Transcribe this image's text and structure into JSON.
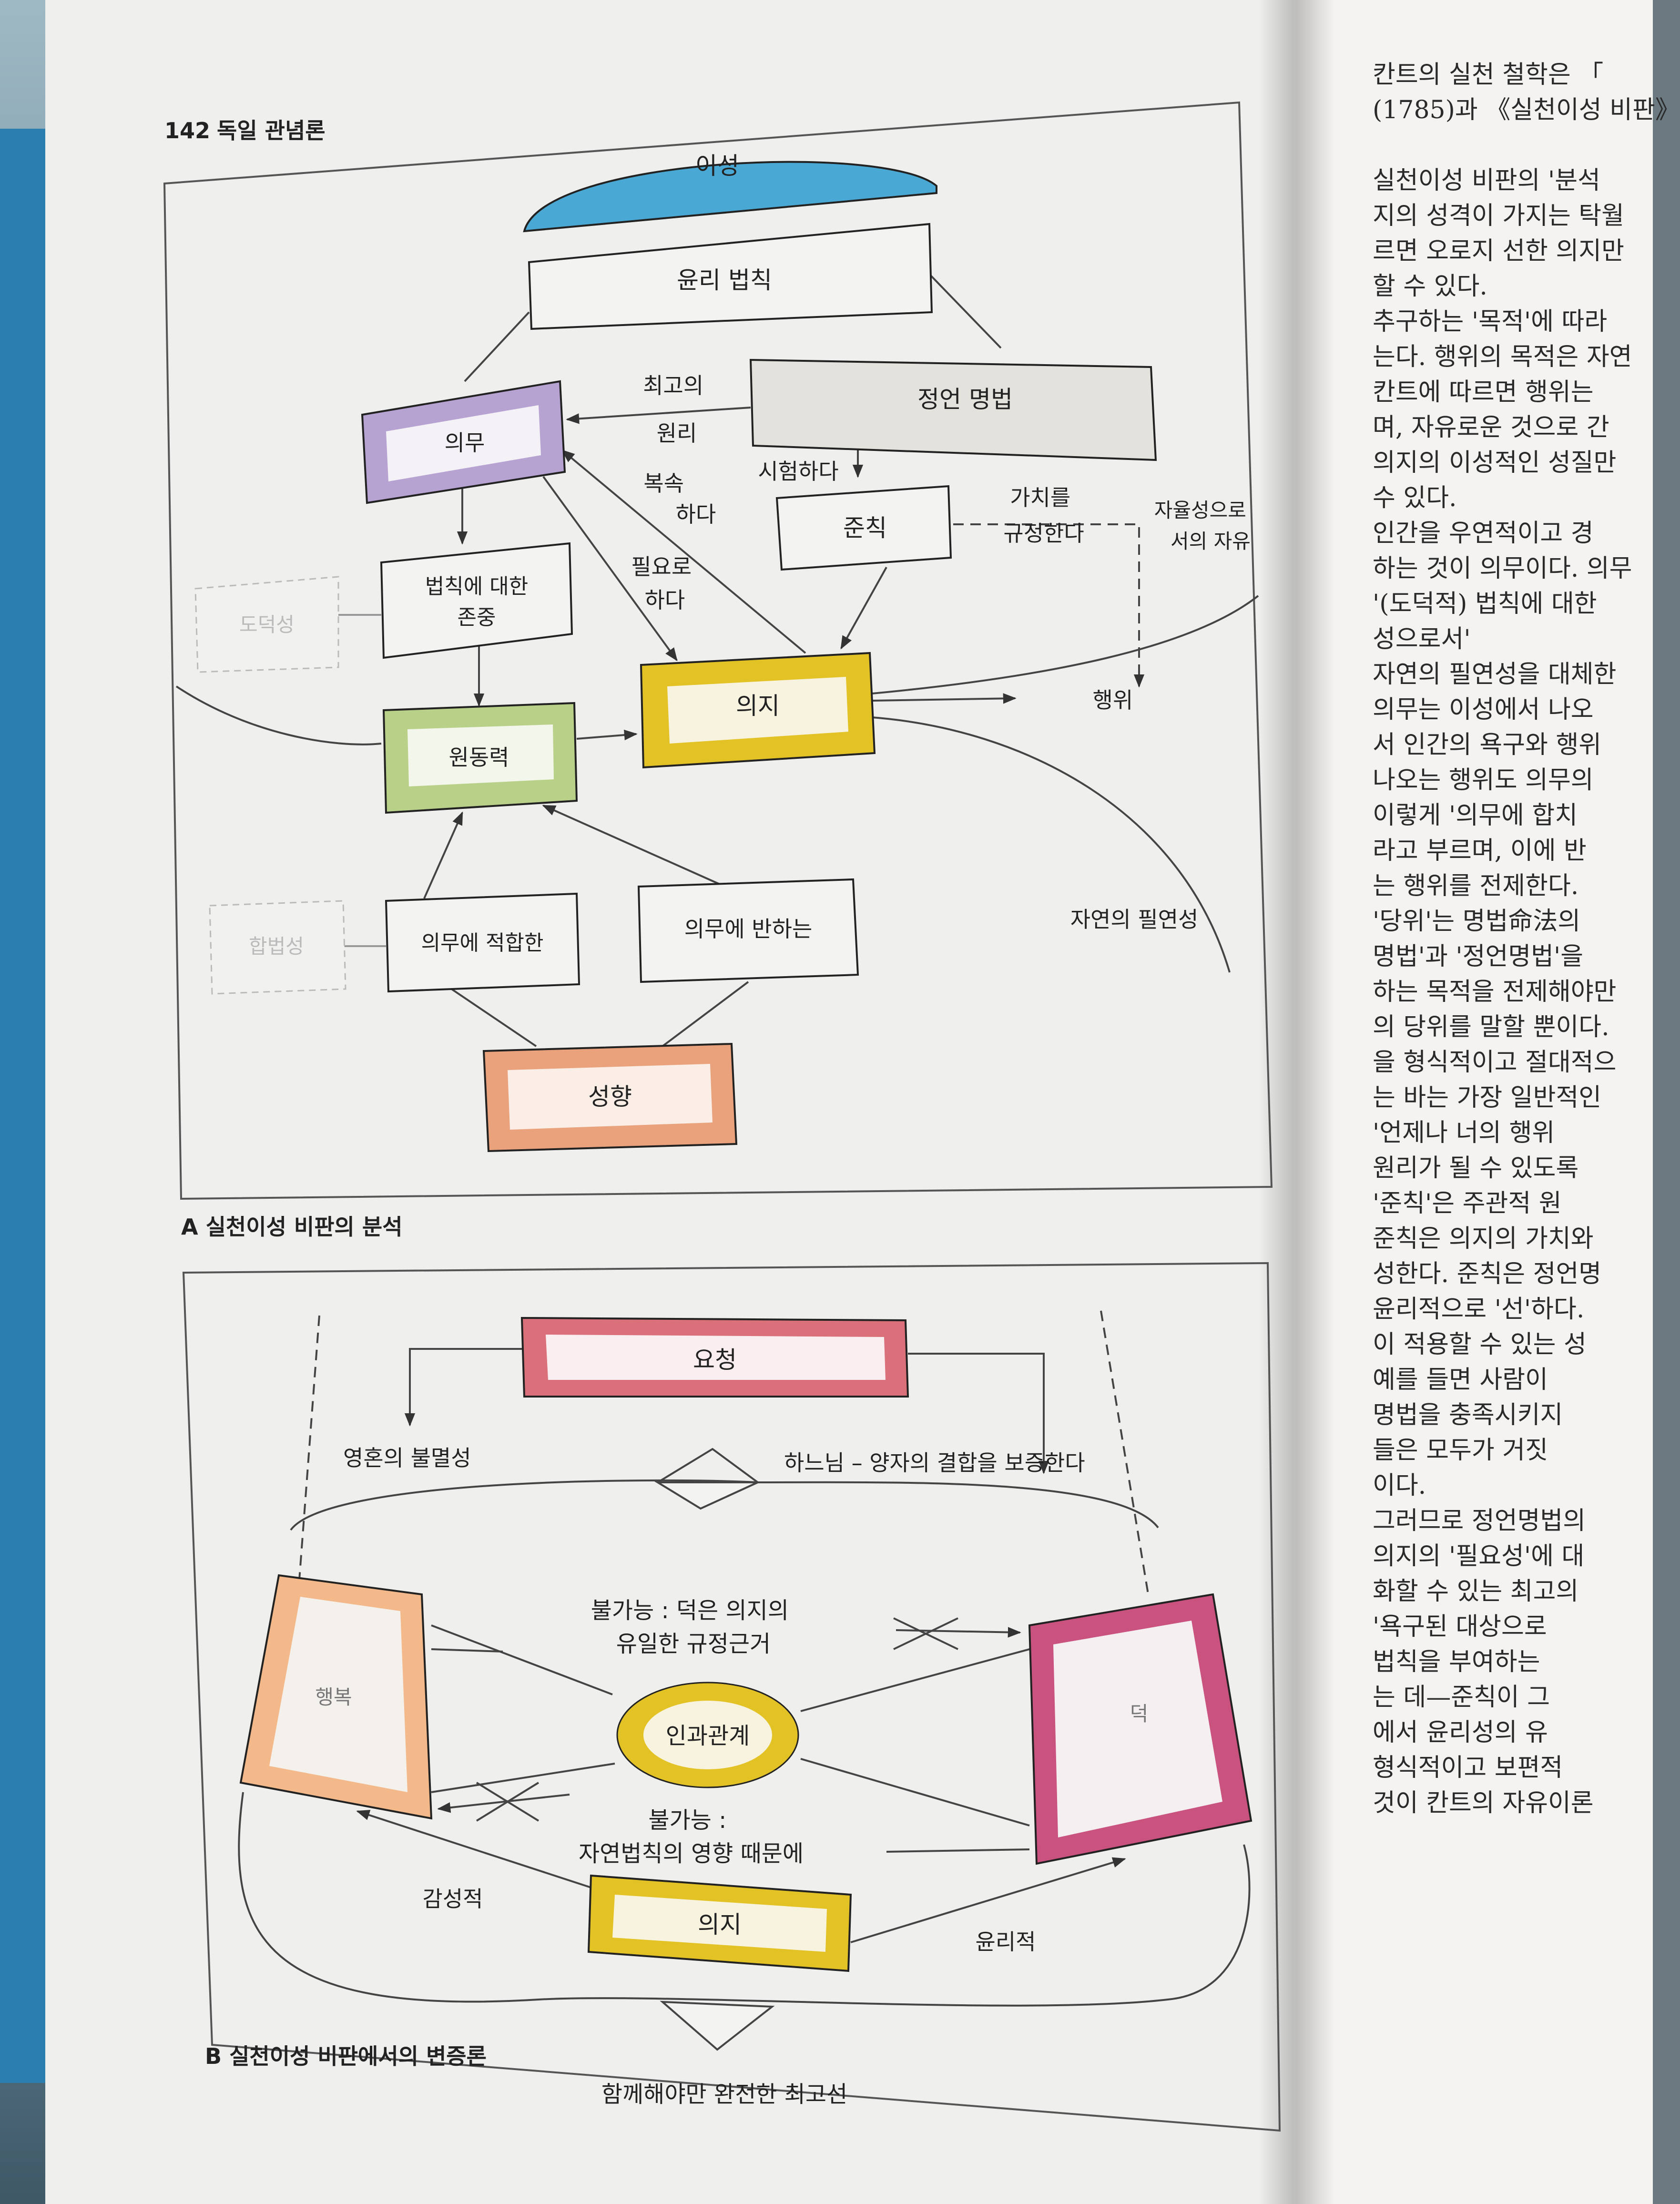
{
  "header": {
    "page_number": "142",
    "running_title": "독일 관념론"
  },
  "diagram_a": {
    "caption": "A 실천이성 비판의 분석",
    "nodes": {
      "reason": "이성",
      "moral_law": "윤리 법칙",
      "duty": "의무",
      "categorical_imperative": "정언 명법",
      "maxim": "준칙",
      "respect_for_law": "법칙에 대한\n존중",
      "morality": "도덕성",
      "will": "의지",
      "motive": "원동력",
      "legality": "합법성",
      "conforming_to_duty": "의무에 적합한",
      "contrary_to_duty": "의무에 반하는",
      "inclination": "성향",
      "action": "행위"
    },
    "labels": {
      "supreme_principle": "최고의\n원리",
      "tests": "시험하다",
      "submits": "복속\n하다",
      "necessitates": "필요로\n하다",
      "determines_value": "가치를\n규정한다",
      "freedom_as_autonomy": "자율성으로\n서의 자유",
      "natural_necessity": "자연의 필연성"
    }
  },
  "diagram_b": {
    "caption": "B 실천이성 비판에서의 변증론",
    "nodes": {
      "postulate": "요청",
      "immortality": "영혼의 불멸성",
      "god": "하느님 – 양자의 결합을 보증한다",
      "happiness": "행복",
      "virtue": "덕",
      "causality": "인과관계",
      "will": "의지"
    },
    "labels": {
      "impossible_1": "불가능 : 덕은 의지의\n유일한 규정근거",
      "impossible_2": "불가능 :\n자연법칙의 영향 때문에",
      "sensible": "감성적",
      "ethical": "윤리적",
      "highest_good": "함께해야만 완전한 최고선"
    }
  },
  "right_page_lines": [
    "칸트의 실천 철학은 「",
    "(1785)과 《실천이성 비판》",
    "",
    "실천이성 비판의 '분석",
    "지의 성격이 가지는 탁월",
    "르면 오로지 선한 의지만",
    "할 수 있다.",
    "추구하는 '목적'에 따라",
    "는다. 행위의 목적은 자연",
    "칸트에 따르면 행위는 ",
    "며, 자유로운 것으로 간",
    "의지의 이성적인 성질만",
    "수 있다.",
    "인간을 우연적이고 경",
    "하는 것이 의무이다. 의무",
    "'(도덕적) 법칙에 대한",
    "성으로서'",
    "자연의 필연성을 대체한",
    "의무는 이성에서 나오",
    "서 인간의 욕구와 행위",
    "나오는 행위도 의무의 ",
    "이렇게 '의무에 합치",
    "라고 부르며, 이에 반",
    "는 행위를 전제한다.",
    "'당위'는 명법命法의",
    "명법'과 '정언명법'을",
    "하는 목적을 전제해야만",
    "의 당위를 말할 뿐이다.",
    "을 형식적이고 절대적으",
    "는 바는 가장 일반적인",
    "'언제나 너의 행위",
    "원리가 될 수 있도록",
    "'준칙'은 주관적 원",
    "준칙은 의지의 가치와",
    "성한다. 준칙은 정언명",
    "윤리적으로 '선'하다.",
    "이 적용할 수 있는 성",
    "예를 들면 사람이 ",
    "명법을 충족시키지",
    "들은 모두가 거짓",
    "이다.",
    "그러므로 정언명법의",
    "의지의 '필요성'에 대",
    "화할 수 있는 최고의",
    "'욕구된 대상으로",
    "법칙을 부여하는",
    "는 데—준칙이 그",
    "에서 윤리성의 유",
    "형식적이고 보편적",
    "것이 칸트의 자유이론"
  ],
  "colors": {
    "reason": "#4aa9d4",
    "duty": "#b7a3d2",
    "will": "#e2c225",
    "motive": "#b9d089",
    "inclination": "#eaa27c",
    "postulate": "#d9707a",
    "happiness": "#f3b98a",
    "virtue": "#c9527e"
  }
}
